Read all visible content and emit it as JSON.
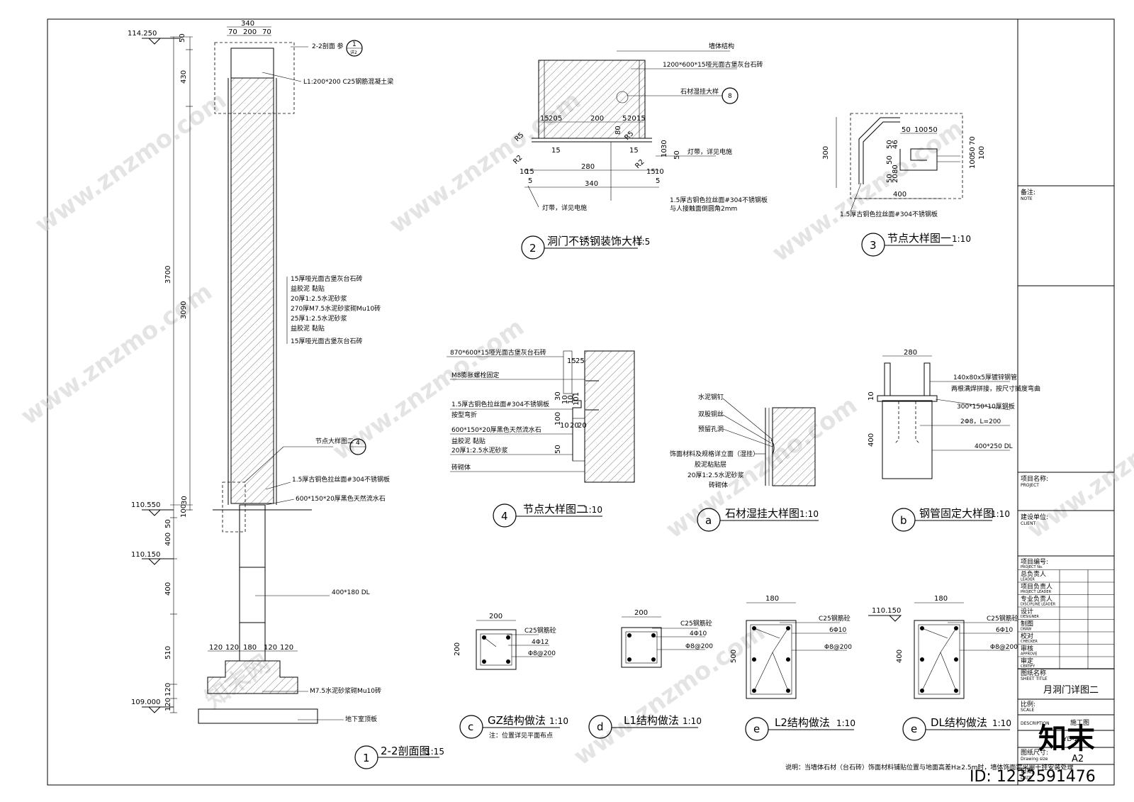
{
  "elevations": [
    "114.250",
    "110.550",
    "110.150",
    "109.000"
  ],
  "section_22": {
    "dims_top": [
      "340",
      "70",
      "200",
      "70"
    ],
    "dims_left": [
      "50",
      "430",
      "3700",
      "3090",
      "30",
      "100",
      "50",
      "400",
      "400",
      "510",
      "120",
      "120"
    ],
    "dims_base": [
      "120",
      "120",
      "180",
      "120",
      "120"
    ],
    "callouts": [
      "2-2剖面 参",
      "L1:200*200 C25钢筋混凝土梁",
      "节点大样图二",
      "1.5厚古铜色拉丝面#304不锈钢板",
      "600*150*20厚黑色天然流水石",
      "400*180 DL",
      "M7.5水泥砂浆砌Mu10砖",
      "地下室顶板"
    ],
    "layers": [
      "15厚哑光面古堡灰台石砖",
      "益胶泥 黏贴",
      "20厚1:2.5水泥砂浆",
      "270厚M7.5水泥砂浆砌Mu10砖",
      "25厚1:2.5水泥砂浆",
      "益胶泥 黏贴",
      "15厚哑光面古堡灰台石砖"
    ],
    "ref1_num": "1",
    "ref1_sub": "详2",
    "ref4": "4",
    "title_num": "1",
    "title": "2-2剖面图",
    "scale": "1:15"
  },
  "detail2": {
    "labels": [
      "墙体结构",
      "1200*600*15哑光面古堡灰台石砖",
      "石材湿挂大样",
      "灯带，详见电施",
      "灯带，详见电施",
      "1.5厚古铜色拉丝面#304不锈钢板",
      "与人接触面倒圆角2mm"
    ],
    "dims": [
      "15",
      "20",
      "5",
      "200",
      "5",
      "20",
      "15",
      "80",
      "15",
      "15",
      "30",
      "10",
      "50",
      "10",
      "15",
      "280",
      "5",
      "15",
      "10",
      "5",
      "340",
      "R5",
      "R2",
      "R2",
      "R5"
    ],
    "ref8": "8",
    "title_num": "2",
    "title": "洞门不锈钢装饰大样",
    "scale": "1:5"
  },
  "detail3": {
    "dims": [
      "50",
      "100",
      "50",
      "300",
      "50",
      "46",
      "50",
      "80",
      "50",
      "20",
      "100",
      "50",
      "70",
      "100",
      "400"
    ],
    "labels": [
      "1.5厚古铜色拉丝面#304不锈钢板"
    ],
    "title_num": "3",
    "title": "节点大样图一",
    "scale": "1:10"
  },
  "detail4": {
    "labels": [
      "870*600*15哑光面古堡灰台石砖",
      "M8膨胀螺栓固定",
      "1.5厚古铜色拉丝面#304不锈钢板",
      "按型弯折",
      "600*150*20厚黑色天然流水石",
      "益胶泥 黏贴",
      "20厚1:2.5水泥砂浆",
      "砖砌体"
    ],
    "dims": [
      "15",
      "25",
      "30",
      "10",
      "10",
      "101",
      "100",
      "10",
      "20",
      "20",
      "50"
    ],
    "title_num": "4",
    "title": "节点大样图二",
    "scale": "1:10"
  },
  "detail_a": {
    "labels": [
      "水泥钢钉",
      "双股铜丝",
      "预留孔洞",
      "饰面材料及规格详立面（湿挂）",
      "胶泥粘贴层",
      "20厚1:2.5水泥砂浆",
      "砖砌体"
    ],
    "title_num": "a",
    "title": "石材湿挂大样图",
    "scale": "1:10"
  },
  "detail_b": {
    "dims": [
      "280",
      "10",
      "400"
    ],
    "labels": [
      "140x80x5厚镀锌钢管",
      "两根满焊拼接，按尺寸揻度弯曲",
      "300*150*10厚钢板",
      "2Φ8，L=200",
      "400*250 DL"
    ],
    "title_num": "b",
    "title": "钢管固定大样图",
    "scale": "1:10"
  },
  "struct_gz": {
    "w": "200",
    "h": "200",
    "labels": [
      "C25钢筋砼",
      "4Φ12",
      "Φ8@200"
    ],
    "num": "c",
    "title": "GZ结构做法",
    "scale": "1:10",
    "note": "注：位置详见平面布点"
  },
  "struct_l1": {
    "w": "200",
    "labels": [
      "C25钢筋砼",
      "4Φ10",
      "Φ8@200"
    ],
    "num": "d",
    "title": "L1结构做法",
    "scale": "1:10"
  },
  "struct_l2": {
    "w": "180",
    "h": "500",
    "labels": [
      "C25钢筋砼",
      "6Φ10",
      "Φ8@200"
    ],
    "num": "e",
    "title": "L2结构做法",
    "scale": "1:10"
  },
  "struct_dl": {
    "w": "180",
    "h": "400",
    "labels": [
      "C25钢筋砼",
      "6Φ10",
      "Φ8@200"
    ],
    "num": "e",
    "title": "DL结构做法",
    "scale": "1:10",
    "elev": "110.150"
  },
  "bottom_note": "说明：当墙体石材（台石砖）饰面材料铺贴位置与地面高差H≥2.5m时，墙体饰面需采用干挂安装处理",
  "title_block": {
    "note_cn": "备注:",
    "note_en": "NOTE",
    "project_cn": "项目名称:",
    "project_en": "PROJECT",
    "client_cn": "建设单位:",
    "client_en": "CLIENT",
    "rows": [
      {
        "cn": "项目编号:",
        "en": "PROJECT No."
      },
      {
        "cn": "总负责人",
        "en": "LEADER"
      },
      {
        "cn": "项目负责人",
        "en": "PROJECT LEADER"
      },
      {
        "cn": "专业负责人",
        "en": "DISCIPLINE LEADER"
      },
      {
        "cn": "设计",
        "en": "DESIGNER"
      },
      {
        "cn": "制图",
        "en": "DRAW"
      },
      {
        "cn": "校对",
        "en": "CHECKER"
      },
      {
        "cn": "审核",
        "en": "APPROVE"
      },
      {
        "cn": "审定",
        "en": "CERTIFY"
      }
    ],
    "sheet_title_cn": "图纸名称",
    "sheet_title_en": "SHEET TITLE",
    "sheet_title": "月洞门详图二",
    "scale_cn": "比例:",
    "scale_en": "SCALE",
    "desc_en": "DESCRIPTION",
    "desc_val": "施工图",
    "num_val": "YD-2",
    "size_cn": "图纸尺寸:",
    "size_en": "Drawing size",
    "size_val": "A2",
    "date_cn": "日期",
    "date_en": "DATE"
  },
  "watermark": "www.znzmo.com",
  "watermark_cn": "知末网",
  "logo": "知末",
  "image_id": "ID: 1232591476"
}
